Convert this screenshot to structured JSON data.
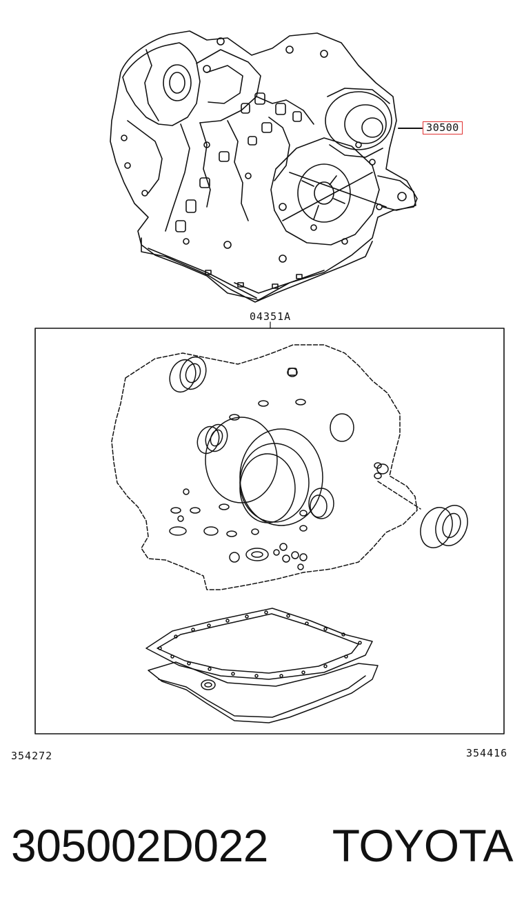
{
  "diagram": {
    "callout_part": "30500",
    "kit_code": "04351A",
    "left_id": "354272",
    "right_id": "354416"
  },
  "footer": {
    "part_number": "305002D022",
    "brand": "TOYOTA"
  },
  "colors": {
    "line": "#111111",
    "callout_border": "#e03030",
    "background": "#ffffff"
  }
}
